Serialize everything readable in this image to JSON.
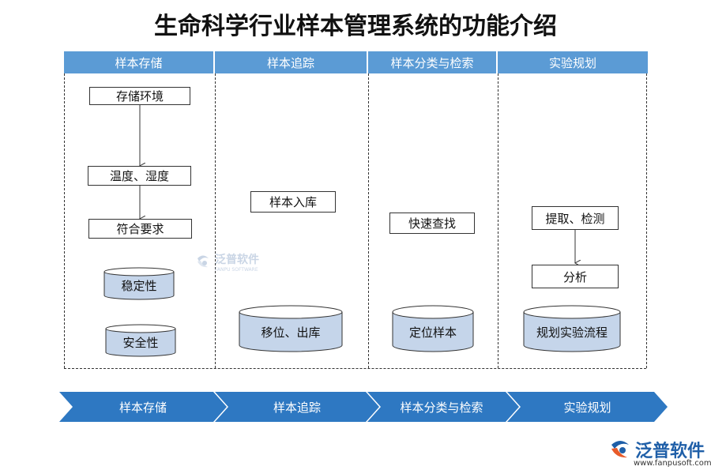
{
  "title": "生命科学行业样本管理系统的功能介绍",
  "columns": [
    {
      "label": "样本存储"
    },
    {
      "label": "样本追踪"
    },
    {
      "label": "样本分类与检索"
    },
    {
      "label": "实验规划"
    }
  ],
  "col1": {
    "box1": "存储环境",
    "box2": "温度、湿度",
    "box3": "符合要求",
    "cyl1": "稳定性",
    "cyl2": "安全性"
  },
  "col2": {
    "box1": "样本入库",
    "cyl1": "移位、出库"
  },
  "col3": {
    "box1": "快速查找",
    "cyl1": "定位样本"
  },
  "col4": {
    "box1": "提取、检测",
    "box2": "分析",
    "cyl1": "规划实验流程"
  },
  "bottom_steps": [
    "样本存储",
    "样本追踪",
    "样本分类与检索",
    "实验规划"
  ],
  "watermark": {
    "text": "泛普软件",
    "sub": "FANPU SOFTWARE"
  },
  "logo": {
    "brand": "泛普软件",
    "url": "www.fanpusoft.com"
  },
  "colors": {
    "header": "#5b9bd5",
    "band": "#2e78c2",
    "cylinder": "#c5d5ea"
  }
}
